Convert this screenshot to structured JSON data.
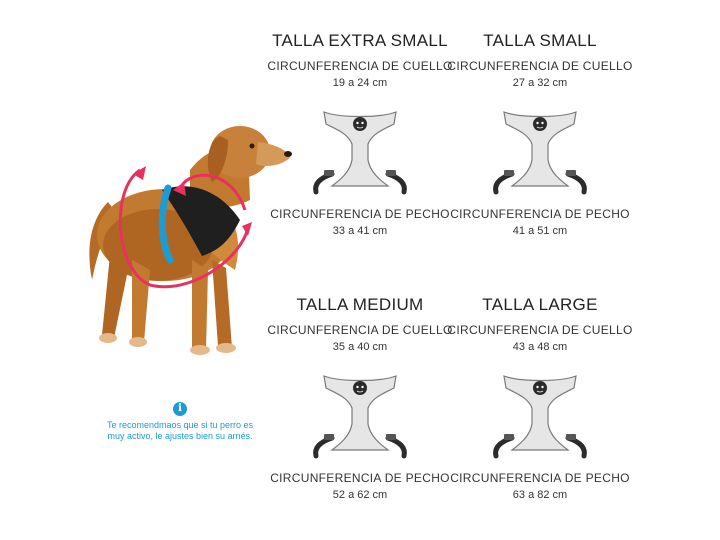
{
  "tip": {
    "icon": "info-icon",
    "symbol": "i",
    "text": "Te recomendmaos que si tu perro es muy activo, le ajustes bien su arnés."
  },
  "colors": {
    "arrow": "#e8315f",
    "harness_body": "#e6e6e6",
    "harness_outline": "#7a7a7a",
    "strap": "#2b2b2b",
    "accent": "#1e9bd0"
  },
  "sizes": [
    {
      "title": "TALLA EXTRA SMALL",
      "neck_label": "CIRCUNFERENCIA DE CUELLO",
      "neck_value": "19 a 24 cm",
      "chest_label": "CIRCUNFERENCIA DE PECHO",
      "chest_value": "33 a 41 cm"
    },
    {
      "title": "TALLA SMALL",
      "neck_label": "CIRCUNFERENCIA DE CUELLO",
      "neck_value": "27 a 32 cm",
      "chest_label": "CIRCUNFERENCIA DE PECHO",
      "chest_value": "41 a 51 cm"
    },
    {
      "title": "TALLA MEDIUM",
      "neck_label": "CIRCUNFERENCIA DE CUELLO",
      "neck_value": "35 a 40 cm",
      "chest_label": "CIRCUNFERENCIA DE PECHO",
      "chest_value": "52 a 62 cm"
    },
    {
      "title": "TALLA LARGE",
      "neck_label": "CIRCUNFERENCIA DE CUELLO",
      "neck_value": "43 a 48 cm",
      "chest_label": "CIRCUNFERENCIA DE PECHO",
      "chest_value": "63 a 82 cm"
    }
  ]
}
